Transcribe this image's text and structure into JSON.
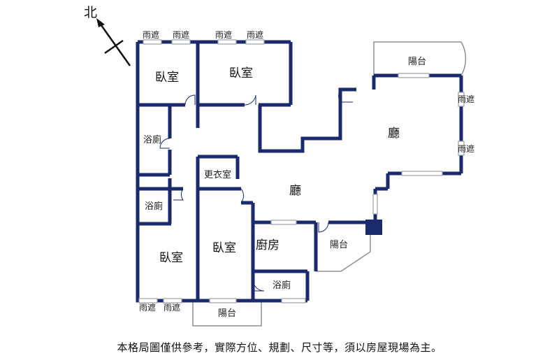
{
  "compass": {
    "label": "北"
  },
  "rooms": {
    "bedroom_top_left": "臥室",
    "bedroom_top_right": "臥室",
    "bedroom_bottom_left": "臥室",
    "bedroom_bottom_mid": "臥室",
    "bathroom_upper": "浴廁",
    "bathroom_lower": "浴廁",
    "bathroom_bottom": "浴廁",
    "closet": "更衣室",
    "living_room_upper": "廳",
    "living_room_center": "廳",
    "kitchen": "廚房",
    "balcony_top": "陽台",
    "balcony_right": "陽台",
    "balcony_bottom": "陽台"
  },
  "awnings": {
    "top_1": "雨遮",
    "top_2": "雨遮",
    "top_3": "雨遮",
    "top_4": "雨遮",
    "right_1": "雨遮",
    "right_2": "雨遮",
    "bottom_1": "雨遮",
    "bottom_2": "雨遮"
  },
  "disclaimer": "本格局圖僅供參考，實際方位、規劃、尺寸等，須以房屋現場為主。",
  "colors": {
    "wall": "#1a2a6c",
    "window": "#9aa0a8",
    "balcony": "#8a8f98"
  }
}
